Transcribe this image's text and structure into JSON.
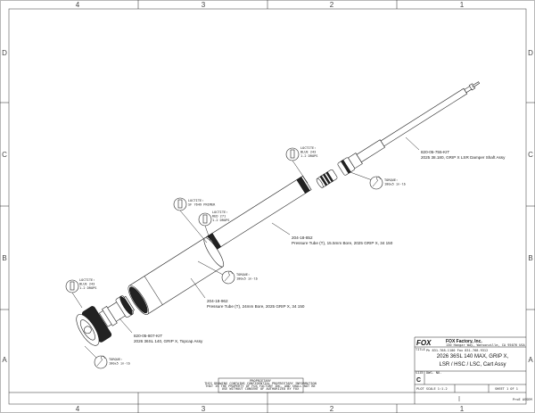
{
  "zones": {
    "columns": [
      "4",
      "3",
      "2",
      "1"
    ],
    "rows": [
      "D",
      "C",
      "B",
      "A"
    ]
  },
  "callouts": {
    "shaft_assy": {
      "pn": "820-05-755-KIT",
      "desc": "2025 38.180, GRIP X LSR Damper Shaft Assy"
    },
    "tube_small": {
      "pn": "204-18-852",
      "desc": "Pressure Tube (T), 15.5mm Bore, 2025 GRIP X, 34 150"
    },
    "tube_large": {
      "pn": "204-18-962",
      "desc": "Pressure Tube (T), 24mm Bore, 2025 GRIP X, 34 150"
    },
    "topcap_assy": {
      "pn": "820-05-807-KIT",
      "desc": "2026 36SL 140, GRIP X, Topcap Assy"
    }
  },
  "notes": {
    "loctite_blue_1": [
      "LOCTITE:",
      "BLUE 243",
      "1-2 DROPS"
    ],
    "loctite_primer": [
      "LOCTITE:",
      "SF 7649 PRIMER"
    ],
    "loctite_red": [
      "LOCTITE:",
      "RED 271",
      "1-2 DROPS"
    ],
    "loctite_blue_2": [
      "LOCTITE:",
      "BLUE 243",
      "1-2 DROPS"
    ],
    "torque_1": [
      "TORQUE:",
      "100±5 in-lb"
    ],
    "torque_2": [
      "TORQUE:",
      "100±5 in-lb"
    ],
    "torque_3": [
      "TORQUE:",
      "100±5 in-lb"
    ]
  },
  "icons": {
    "loctite": "bottle-icon",
    "torque": "wrench-icon"
  },
  "title_block": {
    "logo": "FOX",
    "company": "FOX Factory, Inc.",
    "address": "130 Hangar Way, Watsonville, CA 95076 USA",
    "phone": "Ph 831-768-1100  Fax 831-768-9312",
    "title_label": "TITLE",
    "title_line1": "2026 36SL 140 MAX, GRIP X,",
    "title_line2": "LSR / HSC / LSC, Cart Assy",
    "size_label": "SIZE",
    "size": "C",
    "dwg_no_label": "DWG. NO.",
    "plot_scale": "PLOT SCALE  1:1.2",
    "sheet": "SHEET 1 OF 1",
    "software": "ProE ASSEM"
  },
  "proprietary": {
    "heading": "PROPRIETARY",
    "lines": [
      "THIS DRAWING CONTAINS CONFIDENTIAL PROPRIETARY INFORMATION",
      "THAT IS THE PROPERTY OF FOX FACTORY INC. AND SHALL NOT BE",
      "USE WITHOUT CONSENT OF AUTHORIZED BY FOX"
    ]
  }
}
